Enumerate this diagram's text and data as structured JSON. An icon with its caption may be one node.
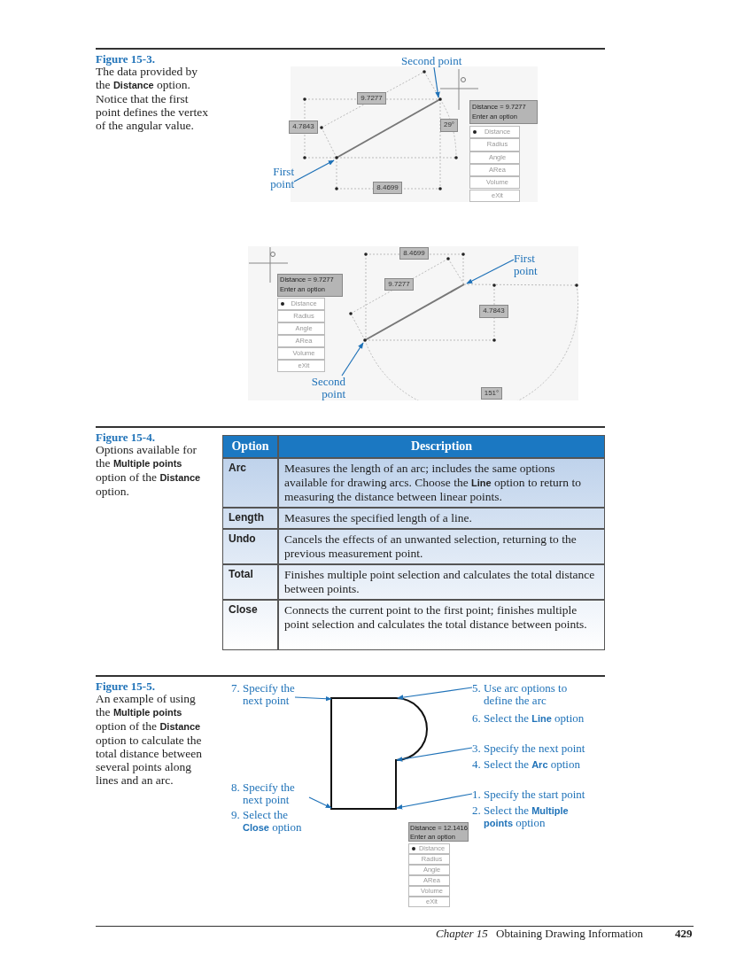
{
  "diagram": {
    "nodes": [
      {
        "text": [
          "Second point"
        ]
      },
      {
        "text": [
          "First point"
        ]
      },
      {
        "text": [
          "First point"
        ]
      },
      {
        "text": [
          "Second point"
        ]
      },
      {
        "text": [
          "7. Specify the next point"
        ]
      },
      {
        "text": [
          "8. Specify the next point",
          "9. Select the **Close** option"
        ]
      },
      {
        "text": [
          "5. Use arc options to define the arc",
          "6. Select the **Line** option"
        ]
      },
      {
        "text": [
          "3. Specify the next point",
          "4. Select the **Arc** option"
        ]
      },
      {
        "text": [
          "1. Specify the start point",
          "2. Select the **Multiple points** option"
        ]
      },
      {
        "text": [],
        "shape": "picture"
      }
    ],
    "edges": [
      {
        "from": 0,
        "to": null,
        "arrow": "to"
      },
      {
        "from": 1,
        "to": null,
        "arrow": "to"
      },
      {
        "from": 2,
        "to": null,
        "arrow": "to"
      },
      {
        "from": 3,
        "to": null,
        "arrow": "to"
      },
      {
        "from": 4,
        "to": 9,
        "arrow": "to"
      },
      {
        "from": 5,
        "to": 9,
        "arrow": "to"
      },
      {
        "from": 6,
        "to": 9,
        "arrow": "to"
      },
      {
        "from": 7,
        "to": 9,
        "arrow": "to"
      },
      {
        "from": 8,
        "to": 9,
        "arrow": "to"
      }
    ],
    "labels": [
      "Figure 15-3.",
      "The data provided by the **Distance** option. Notice that the first point defines the vertex of the angular value.",
      "9.7277",
      "4.7843",
      "29°",
      "8.4699",
      "Distance = 9.7277",
      "Enter an option",
      "Distance",
      "Radius",
      "Angle",
      "ARea",
      "Volume",
      "eXit",
      "8.4699",
      "9.7277",
      "Distance = 9.7277",
      "Enter an option",
      "Distance",
      "Radius",
      "Angle",
      "ARea",
      "Volume",
      "eXit",
      "4.7843",
      "151°",
      "Figure 15-4.",
      "Options available for the **Multiple points** option of the **Distance** option.",
      "Option",
      "Description",
      "Arc",
      "Measures the length of an arc; includes the same options available for drawing arcs. Choose the **Line** option to return to measuring the distance between linear points.",
      "Length",
      "Measures the specified length of a line.",
      "Undo",
      "Cancels the effects of an unwanted selection, returning to the previous measurement point.",
      "Total",
      "Finishes multiple point selection and calculates the total distance between points.",
      "Close",
      "Connects the current point to the first point; finishes multiple point selection and calculates the total distance between points.",
      "Figure 15-5.",
      "An example of using the **Multiple points** option of the **Distance** option to calculate the total distance between several points along lines and an arc.",
      "Distance = 12.1416",
      "Enter an option",
      "Distance",
      "Radius",
      "Angle",
      "ARea",
      "Volume",
      "eXit",
      "Chapter 15",
      "Obtaining Drawing Information",
      "429"
    ]
  }
}
